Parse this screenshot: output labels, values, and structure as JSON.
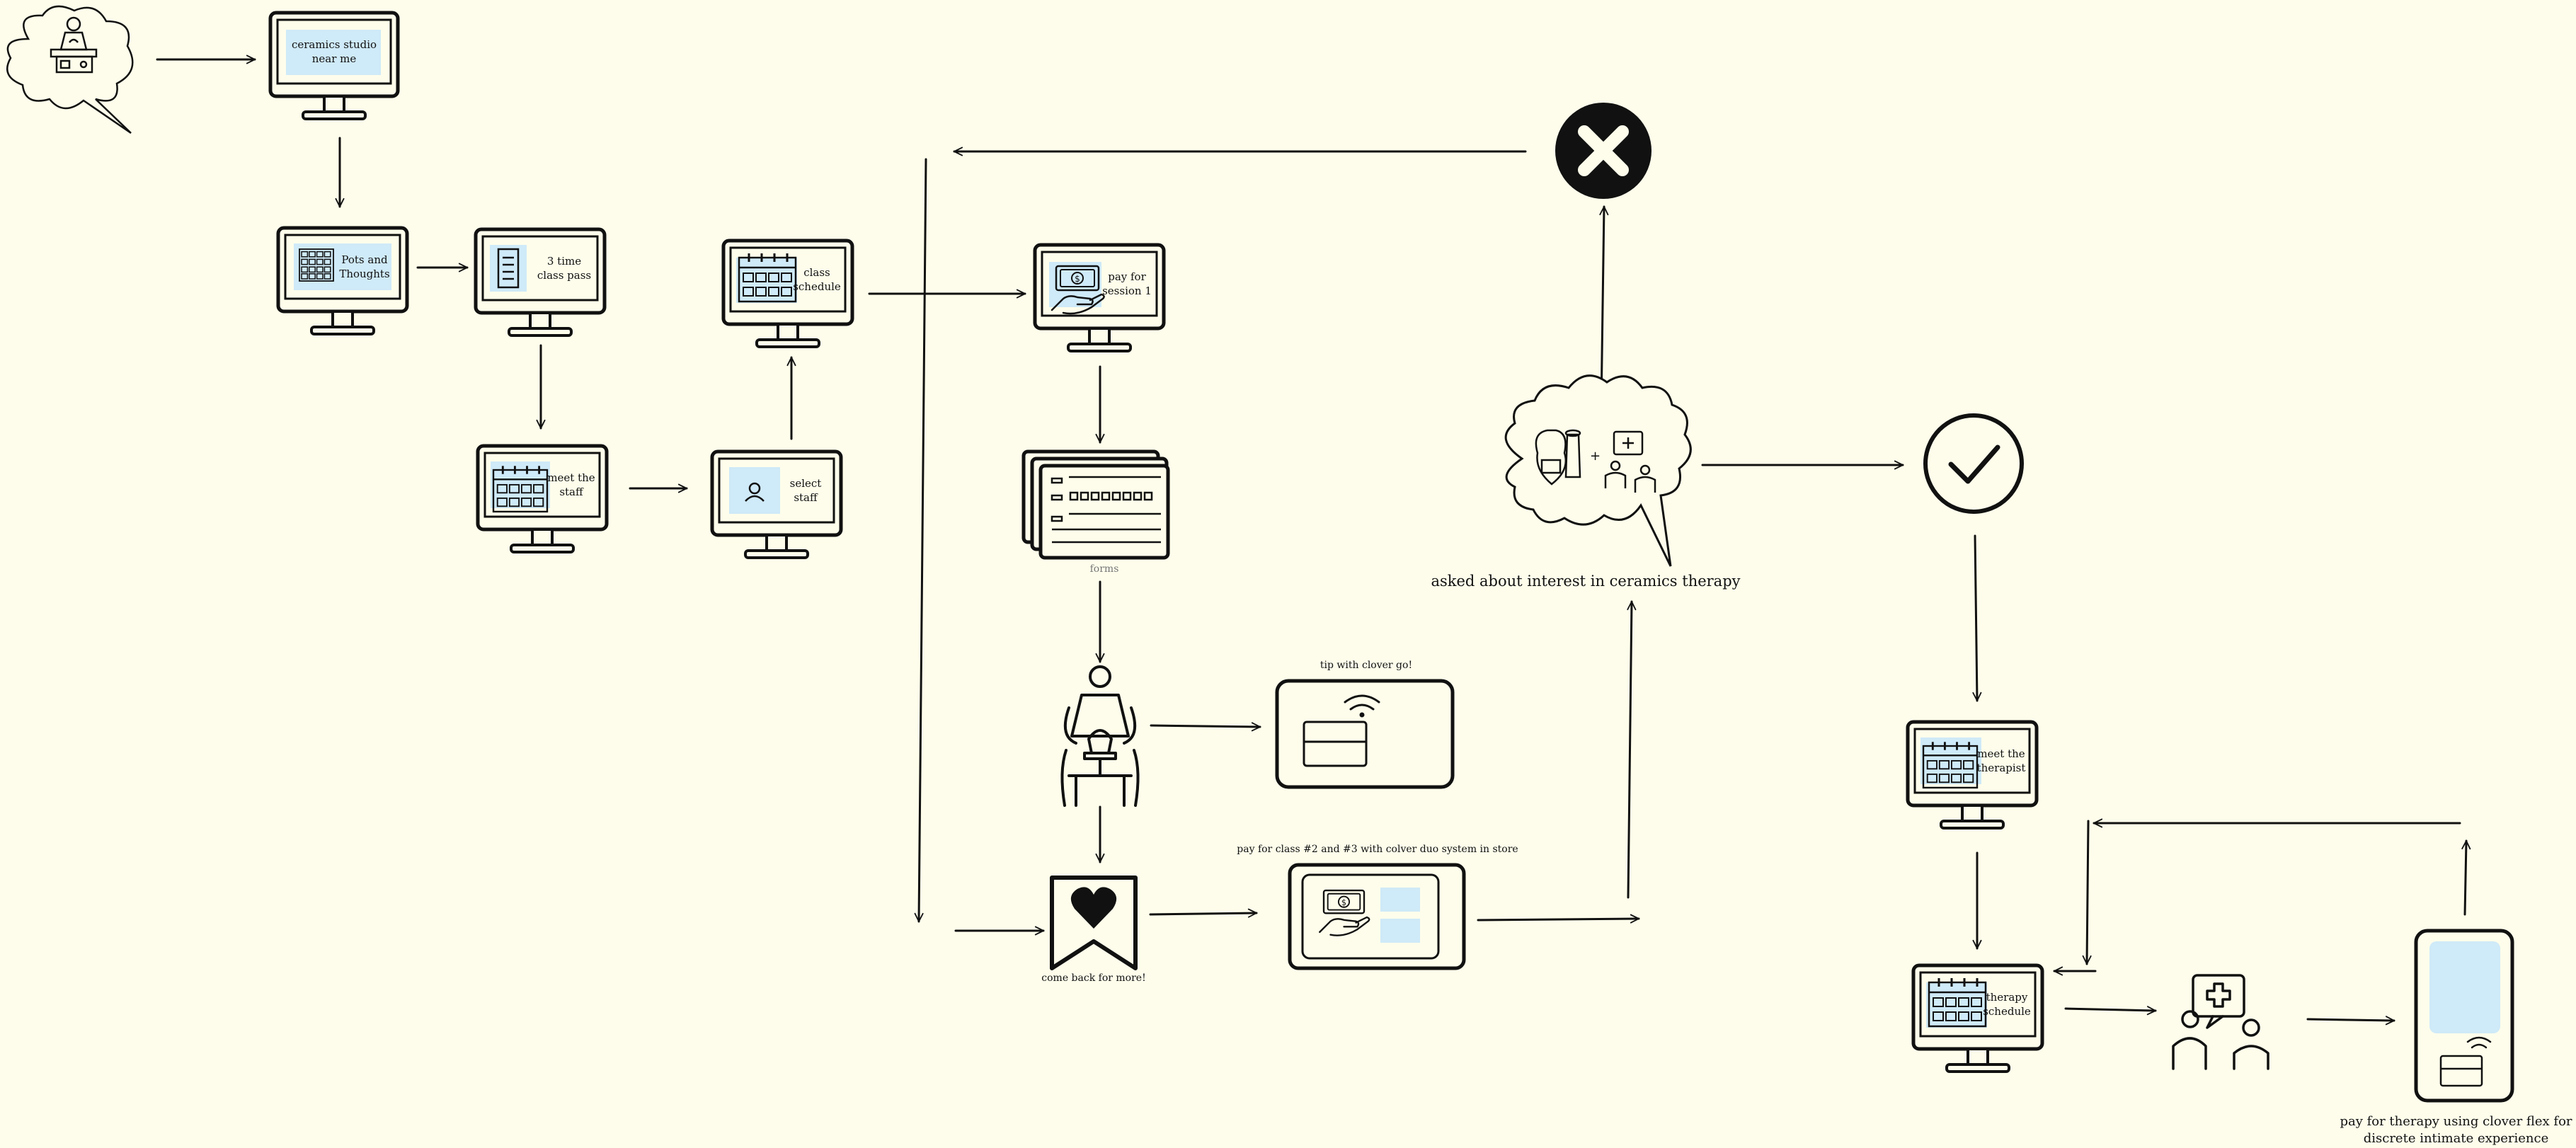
{
  "colors": {
    "background": "#fefdeb",
    "ink": "#111111",
    "screen_highlight": "#cfeaf8",
    "muted_label": "#777777"
  },
  "monitors": {
    "search": [
      "ceramics studio",
      "near me"
    ],
    "pots": [
      "Pots and",
      "Thoughts"
    ],
    "pass": [
      "3 time",
      "class pass"
    ],
    "staff": [
      "meet the",
      "staff"
    ],
    "select": [
      "select",
      "staff"
    ],
    "schedule": [
      "class",
      "schedule"
    ],
    "pay": [
      "pay for",
      "session 1"
    ],
    "therapist": [
      "meet the",
      "therapist"
    ],
    "therapy_schedule": [
      "therapy",
      "schedule"
    ]
  },
  "labels": {
    "forms": "forms",
    "tip": "tip with clover go!",
    "pay_duo": "pay for class #2 and #3 with colver duo system in store",
    "come_back": "come back for more!",
    "asked": "asked about interest in ceramics therapy",
    "pay_flex_line1": "pay for therapy using clover flex  for",
    "pay_flex_line2": "discrete intimate experience"
  },
  "icons": {
    "start": "thought-bubble-potter-icon",
    "reject": "x-circle-icon",
    "accept": "check-circle-icon",
    "forms": "forms-stack-icon",
    "potter": "potter-at-wheel-icon",
    "tip_device": "clover-go-card-reader-icon",
    "come_back": "heart-bookmark-icon",
    "pay_duo_device": "clover-duo-register-icon",
    "therapy_thought": "thought-bubble-therapy-icon",
    "therapy_session": "therapy-session-icon",
    "flex_device": "clover-flex-device-icon"
  }
}
